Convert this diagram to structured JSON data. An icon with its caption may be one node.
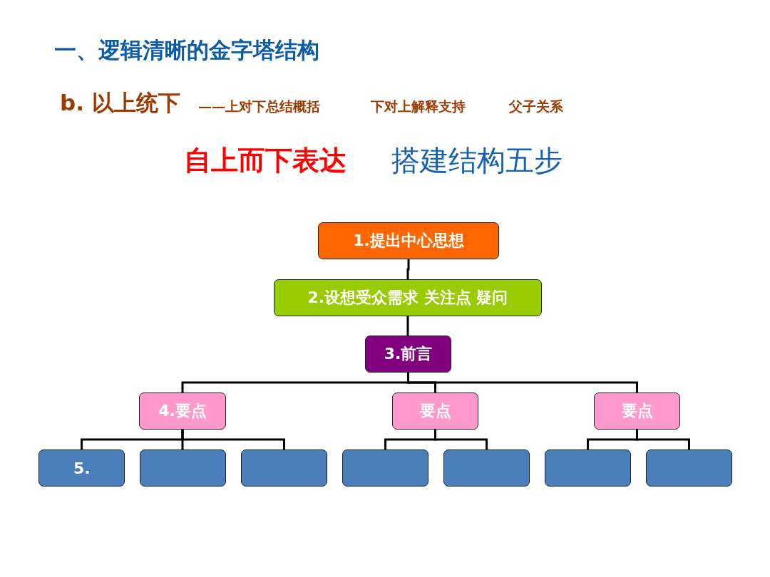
{
  "diagram": {
    "title": "一、逻辑清晰的金字塔结构",
    "nodes": [
      {
        "text": [
          "1.提出中心思想"
        ]
      },
      {
        "text": [
          "2.设想受众需求 关注点 疑问"
        ]
      },
      {
        "text": [
          "3.前言"
        ]
      },
      {
        "text": [
          "4.要点"
        ]
      },
      {
        "text": [
          "要点"
        ]
      },
      {
        "text": [
          "要点"
        ]
      },
      {
        "text": [
          "5."
        ]
      },
      {
        "text": [],
        "shape": "box"
      },
      {
        "text": [],
        "shape": "box"
      },
      {
        "text": [],
        "shape": "box"
      },
      {
        "text": [],
        "shape": "box"
      },
      {
        "text": [],
        "shape": "box"
      },
      {
        "text": [],
        "shape": "box"
      }
    ],
    "edges": [
      {
        "from": 0,
        "to": 1,
        "arrow": "none"
      },
      {
        "from": 1,
        "to": 2,
        "arrow": "none"
      },
      {
        "from": 2,
        "to": 3,
        "arrow": "none"
      },
      {
        "from": 2,
        "to": 4,
        "arrow": "none"
      },
      {
        "from": 2,
        "to": 5,
        "arrow": "none"
      },
      {
        "from": 3,
        "to": 6,
        "arrow": "none"
      },
      {
        "from": 3,
        "to": 7,
        "arrow": "none"
      },
      {
        "from": 3,
        "to": 8,
        "arrow": "none"
      },
      {
        "from": 4,
        "to": 9,
        "arrow": "none"
      },
      {
        "from": 4,
        "to": 10,
        "arrow": "none"
      },
      {
        "from": 5,
        "to": 11,
        "arrow": "none"
      },
      {
        "from": 5,
        "to": 12,
        "arrow": "none"
      }
    ],
    "labels": [
      "b.  以上统下",
      "——上对下总结概括",
      "下对上解释支持",
      "父子关系",
      "自上而下表达",
      "搭建结构五步"
    ]
  }
}
